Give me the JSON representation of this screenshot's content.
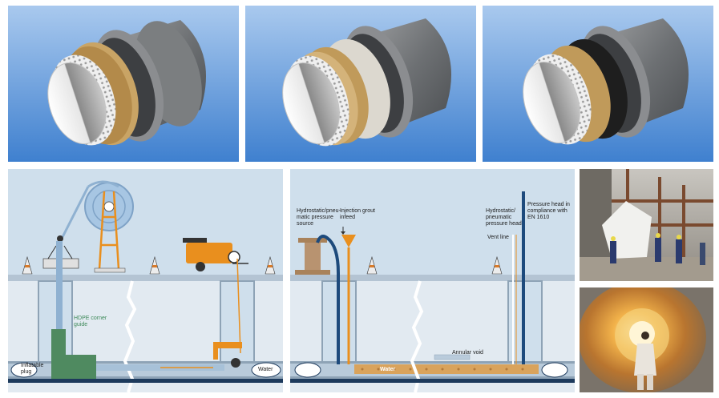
{
  "diagram_left": {
    "hdpe_guide": "HDPE corner\nguide",
    "plug": "Inflatable\nplug",
    "water": "Water"
  },
  "diagram_right": {
    "pressure_source": "Hydrostatic/pneu-\nmatic pressure\nsource",
    "grout_infeed": "Injection grout\ninfeed",
    "pressure_head": "Hydrostatic/\npneumatic\npressure head",
    "vent_line": "Vent line",
    "pressure_head_en": "Pressure head in\ncompliance with\nEN 1610",
    "annular_void": "Annular void",
    "water": "Water"
  },
  "colors": {
    "sky": "#cfdfec",
    "ground": "#e2eaf1",
    "pipe_fill": "#b9cbdb",
    "liner": "#d9a35c",
    "hose": "#1d4a7c",
    "green_guide": "#4f8a60",
    "winch_orange": "#e98f1e"
  }
}
